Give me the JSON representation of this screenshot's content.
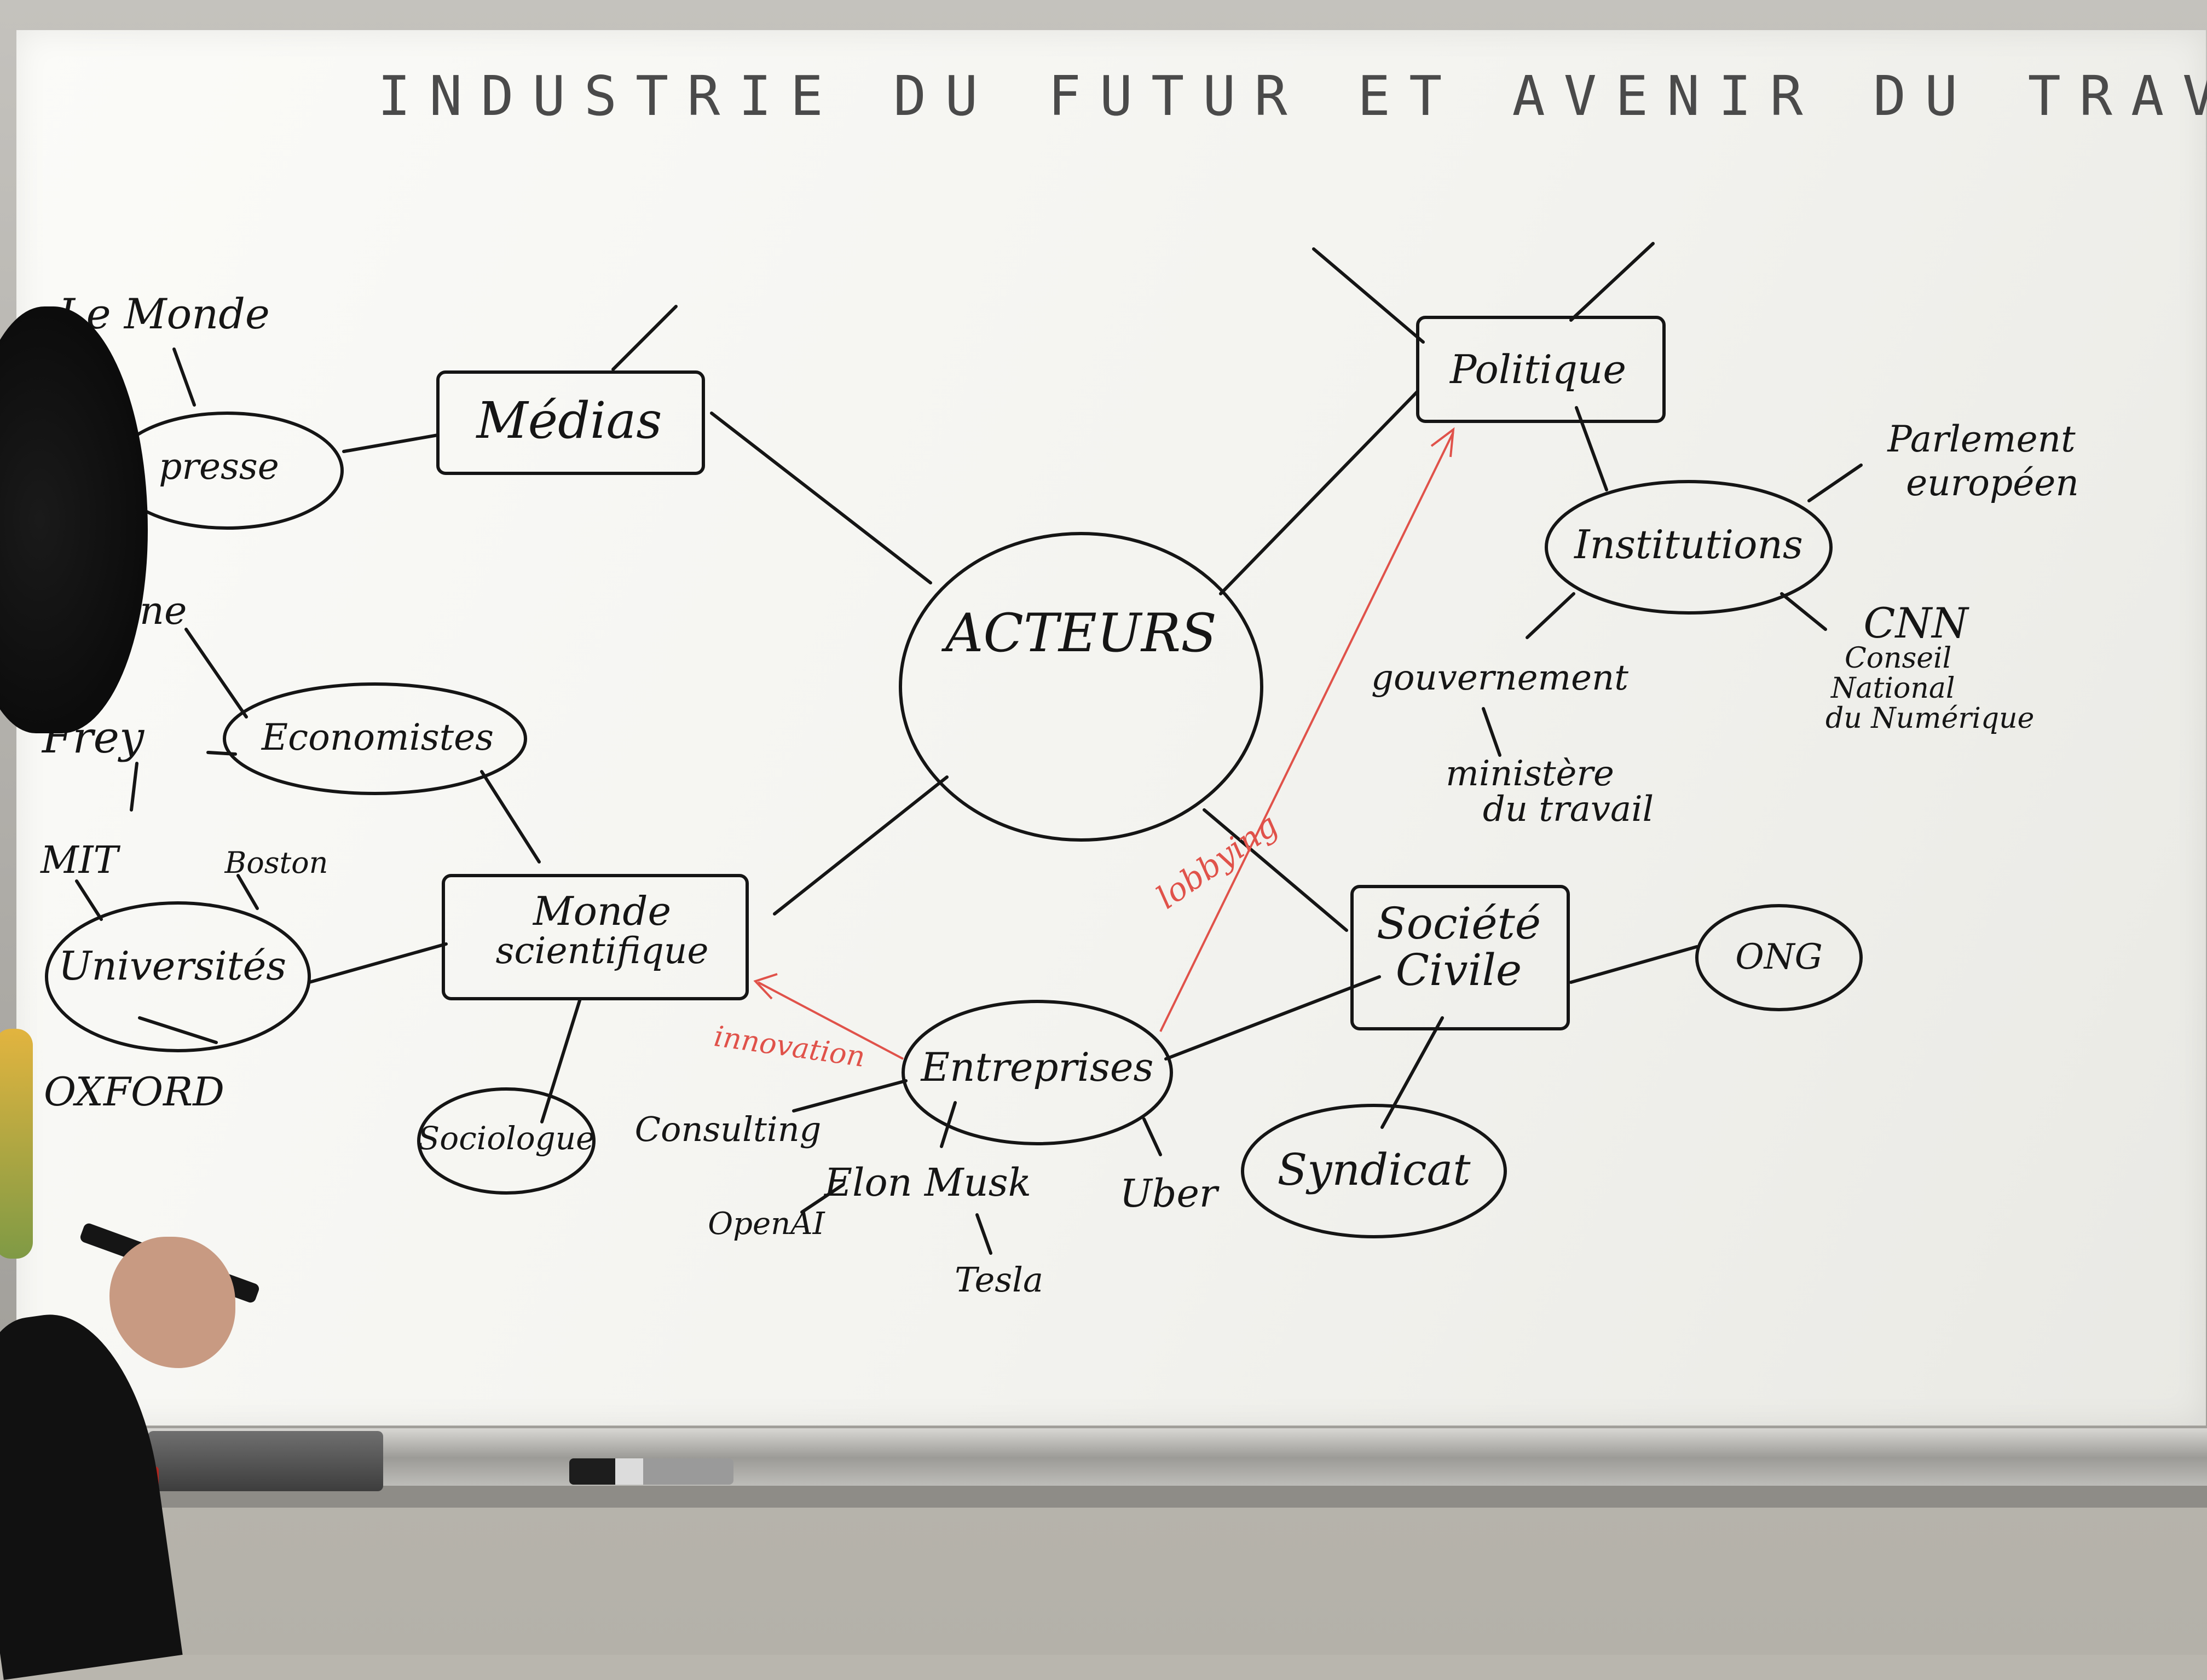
{
  "title": "INDUSTRIE DU FUTUR ET AVENIR DU TRAVAIL",
  "center": "ACTEURS",
  "nodes": {
    "medias": "Médias",
    "presse": "presse",
    "le_monde": "Le Monde",
    "politique": "Politique",
    "institutions": "Institutions",
    "parlement": [
      "Parlement",
      "européen"
    ],
    "cnn": "CNN",
    "cnn_full": [
      "Conseil",
      "National",
      "du Numérique"
    ],
    "gouvernement": "gouvernement",
    "ministere": [
      "ministère",
      "du travail"
    ],
    "economistes": "Economistes",
    "osterne": "Osterne",
    "frey": "Frey",
    "monde_scientifique": [
      "Monde",
      "scientifique"
    ],
    "universites": "Universités",
    "mit": "MIT",
    "boston": "Boston",
    "oxford": "OXFORD",
    "sociologue": "Sociologue",
    "entreprises": "Entreprises",
    "consulting": "Consulting",
    "elon_musk": "Elon Musk",
    "openai": "OpenAI",
    "tesla": "Tesla",
    "uber": "Uber",
    "societe_civile": [
      "Société",
      "Civile"
    ],
    "ong": "ONG",
    "syndicat": "Syndicat"
  },
  "annotations": {
    "lobbying": "lobbying",
    "innovation": "innovation"
  },
  "colors": {
    "ink": "#151515",
    "red_ink": "#e0524a",
    "board": "#f6f6f3"
  }
}
